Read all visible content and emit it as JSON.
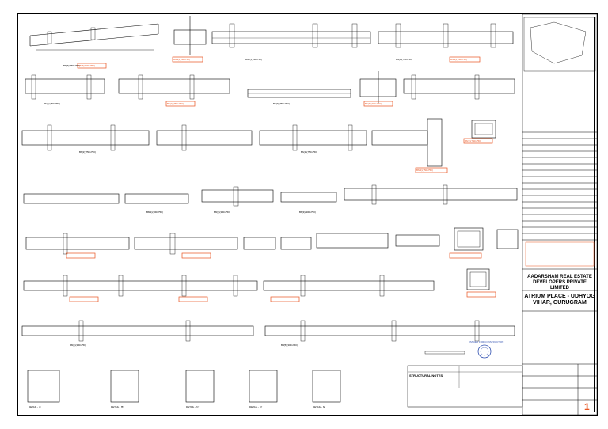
{
  "beam_labels_upper": [
    "B6(6)(750x750)",
    "B6(7)(750x750)",
    "B6(5)(750x750)",
    "B6(4)(750x750)",
    "B6(3)(750x750)",
    "B6(2)(750x750)",
    "B6(1)(750x750)"
  ],
  "highlighted_labels": [
    "B5(6)(400x750)",
    "B6(2)(750x750)",
    "B5(1)(750x750)",
    "B5(1)(750x750)",
    "B5(4)(400x750)",
    "B6(1)(750x750)",
    "B6(1)(750x750)"
  ],
  "section_labels": [
    "B8(1)(300x750)",
    "B8(2)(300x750)",
    "B8(3)(300x750)",
    "B8(4)(300x750)",
    "B8(5)(300x750)"
  ],
  "detail_labels": [
    "DETAIL - 'A'",
    "DETAIL - 'B'",
    "DETAIL - 'C'",
    "DETAIL - 'D'",
    "DETAIL - 'E'"
  ],
  "stamp": "ISSUED FOR CONSTRUCTION",
  "notes_heading": "STRUCTURAL NOTES",
  "company": "AADARSHAM REAL ESTATE DEVELOPERS PRIVATE LIMITED",
  "project": "ATRIUM PLACE - UDHYOG VIHAR, GURUGRAM",
  "sheet_number": "1",
  "colors": {
    "ink": "#000000",
    "highlight": "#e8531f"
  }
}
